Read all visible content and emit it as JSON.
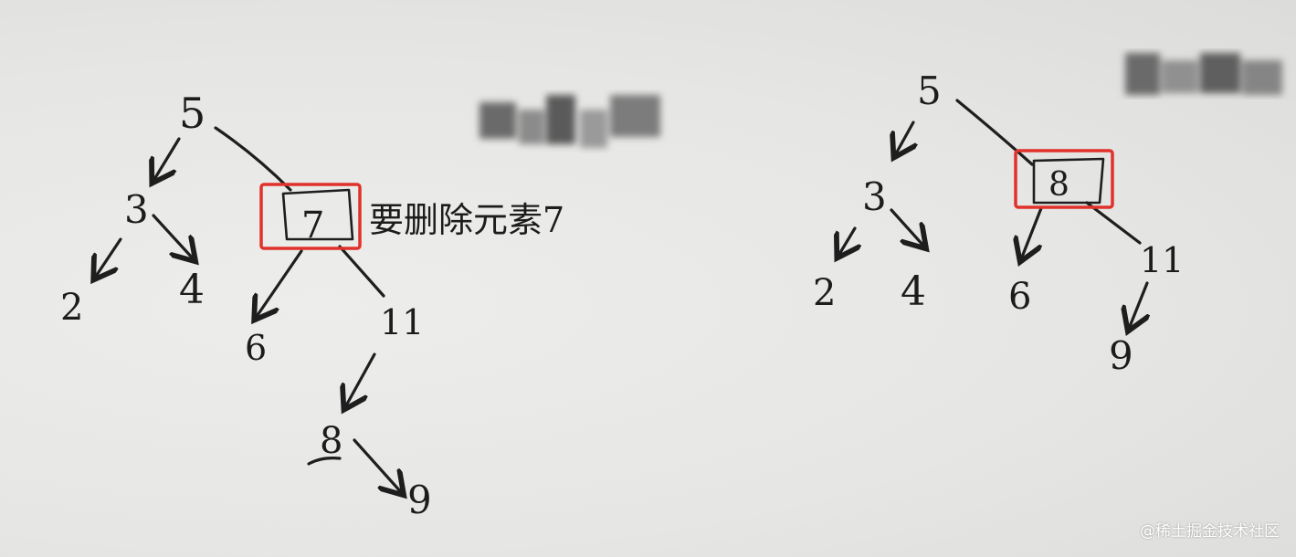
{
  "left_tree": {
    "nodes": [
      "5",
      "3",
      "7",
      "2",
      "4",
      "6",
      "11",
      "8",
      "9"
    ],
    "highlighted_node": "7",
    "annotation": "要删除元素7"
  },
  "right_tree": {
    "nodes": [
      "5",
      "3",
      "8",
      "2",
      "4",
      "6",
      "11",
      "9"
    ],
    "highlighted_node": "8"
  },
  "watermark": "@稀土掘金技术社区",
  "colors": {
    "ink": "#1e1e1e",
    "highlight_box": "#e0322b",
    "paper": "#e9e9e7"
  }
}
